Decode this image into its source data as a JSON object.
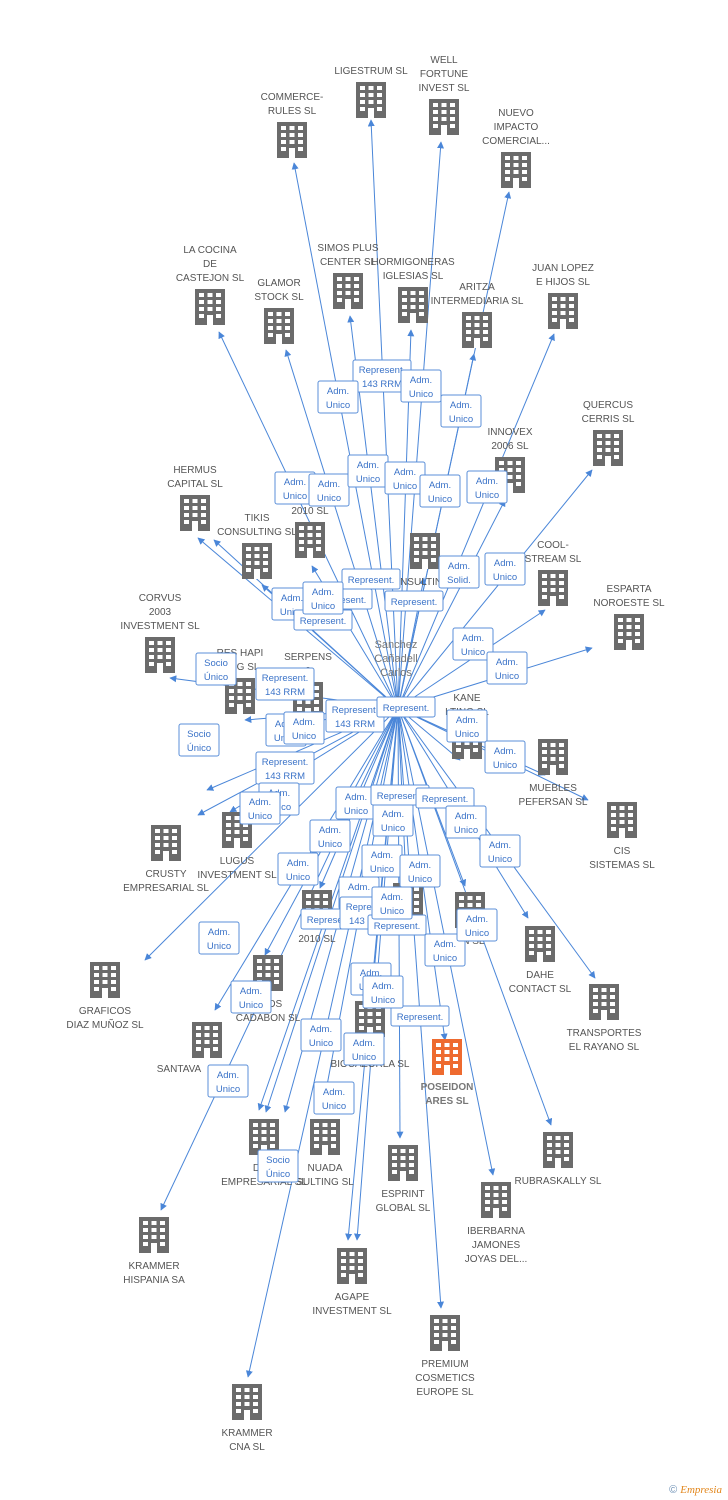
{
  "colors": {
    "edge": "#4a86d8",
    "building": "#6b6b6b",
    "focus_building": "#ee6a2f",
    "box_border": "#5b8fd8",
    "box_text": "#3b73c8"
  },
  "center": {
    "name": [
      "Sanchez",
      "Cañadell",
      "Carlos"
    ]
  },
  "focus": {
    "name": [
      "POSEIDON",
      "ARES SL"
    ]
  },
  "nodes": [
    {
      "id": "ligestrum",
      "lines": [
        "LIGESTRUM SL"
      ]
    },
    {
      "id": "well",
      "lines": [
        "WELL",
        "FORTUNE",
        "INVEST  SL"
      ]
    },
    {
      "id": "commerce",
      "lines": [
        "COMMERCE-",
        "RULES  SL"
      ]
    },
    {
      "id": "nuevo",
      "lines": [
        "NUEVO",
        "IMPACTO",
        "COMERCIAL..."
      ]
    },
    {
      "id": "cocina",
      "lines": [
        "LA COCINA",
        "DE",
        "CASTEJON SL"
      ]
    },
    {
      "id": "simos",
      "lines": [
        "SIMOS PLUS",
        "CENTER SL"
      ]
    },
    {
      "id": "hormigoneras",
      "lines": [
        "HORMIGONERAS",
        "IGLESIAS SL"
      ]
    },
    {
      "id": "glamor",
      "lines": [
        "GLAMOR",
        "STOCK  SL"
      ]
    },
    {
      "id": "aritza",
      "lines": [
        "ARITZA",
        "INTERMEDIARIA SL"
      ]
    },
    {
      "id": "juanlopez",
      "lines": [
        "JUAN LOPEZ",
        "E HIJOS SL"
      ]
    },
    {
      "id": "quercus",
      "lines": [
        "QUERCUS",
        "CERRIS SL"
      ]
    },
    {
      "id": "innovex",
      "lines": [
        "INNOVEX",
        "2006 SL"
      ]
    },
    {
      "id": "hermus",
      "lines": [
        "HERMUS",
        "CAPITAL SL"
      ]
    },
    {
      "id": "tikis",
      "lines": [
        "TIKIS",
        "CONSULTING SL"
      ]
    },
    {
      "id": "n2010a",
      "lines": [
        "2010 SL"
      ]
    },
    {
      "id": "consulting",
      "lines": [
        "CONSULTING SL"
      ]
    },
    {
      "id": "cool",
      "lines": [
        "COOL-",
        "STREAM  SL"
      ]
    },
    {
      "id": "esparta",
      "lines": [
        "ESPARTA",
        "NOROESTE SL"
      ]
    },
    {
      "id": "corvus",
      "lines": [
        "CORVUS",
        "2003",
        "INVESTMENT SL"
      ]
    },
    {
      "id": "reshapi",
      "lines": [
        "RES HAPI",
        "TING SL"
      ]
    },
    {
      "id": "serpens",
      "lines": [
        "SERPENS",
        "3"
      ]
    },
    {
      "id": "kane",
      "lines": [
        "KANE",
        "LTING SL"
      ]
    },
    {
      "id": "muebles",
      "lines": [
        "MUEBLES",
        "PEFERSAN SL"
      ]
    },
    {
      "id": "cis",
      "lines": [
        "CIS",
        "SISTEMAS SL"
      ]
    },
    {
      "id": "crusty",
      "lines": [
        "CRUSTY",
        "EMPRESARIAL SL"
      ]
    },
    {
      "id": "lugus",
      "lines": [
        "LUGUS",
        "INVESTMENT SL"
      ]
    },
    {
      "id": "n2010b",
      "lines": [
        "2010 SL"
      ]
    },
    {
      "id": "capital",
      "lines": [
        "CAPITAL"
      ]
    },
    {
      "id": "ensl",
      "lines": [
        "EN SL"
      ]
    },
    {
      "id": "dahe",
      "lines": [
        "DAHE",
        "CONTACT SL"
      ]
    },
    {
      "id": "transportes",
      "lines": [
        "TRANSPORTES",
        "EL RAYANO SL"
      ]
    },
    {
      "id": "graficos",
      "lines": [
        "GRAFICOS",
        "DIAZ MUÑOZ SL"
      ]
    },
    {
      "id": "cadabon",
      "lines": [
        "ADOS",
        "CADABON  SL"
      ]
    },
    {
      "id": "santava",
      "lines": [
        "SANTAVA"
      ]
    },
    {
      "id": "biocazorla",
      "lines": [
        "LES",
        "BIOCAZORLA SL"
      ]
    },
    {
      "id": "dem",
      "lines": [
        "DEM",
        "EMPRESARIAL SL"
      ]
    },
    {
      "id": "nuada",
      "lines": [
        "NUADA",
        "SULTING SL"
      ]
    },
    {
      "id": "esprint",
      "lines": [
        "ESPRINT",
        "GLOBAL SL"
      ]
    },
    {
      "id": "rubraskally",
      "lines": [
        "RUBRASKALLY SL"
      ]
    },
    {
      "id": "iberbarna",
      "lines": [
        "IBERBARNA",
        "JAMONES",
        "JOYAS DEL..."
      ]
    },
    {
      "id": "krammerhisp",
      "lines": [
        "KRAMMER",
        "HISPANIA SA"
      ]
    },
    {
      "id": "agape",
      "lines": [
        "AGAPE",
        "INVESTMENT SL"
      ]
    },
    {
      "id": "premium",
      "lines": [
        "PREMIUM",
        "COSMETICS",
        "EUROPE  SL"
      ]
    },
    {
      "id": "krammercna",
      "lines": [
        "KRAMMER",
        "CNA SL"
      ]
    }
  ],
  "relations": [
    [
      "Represent.",
      "143 RRM"
    ],
    [
      "Adm.",
      "Unico"
    ],
    [
      "Adm.",
      "Unico"
    ],
    [
      "Adm.",
      "Unico"
    ],
    [
      "Adm.",
      "Unico"
    ],
    [
      "Adm.",
      "Unico"
    ],
    [
      "Adm.",
      "Unico"
    ],
    [
      "Adm.",
      "Unico"
    ],
    [
      "Adm.",
      "Unico"
    ],
    [
      "Adm.",
      "Unico"
    ],
    [
      "Adm.",
      "Solid."
    ],
    [
      "Adm.",
      "Unico"
    ],
    [
      "Represent."
    ],
    [
      "Represent."
    ],
    [
      "Adm.",
      "Unico"
    ],
    [
      "Represent."
    ],
    [
      "Represent."
    ],
    [
      "Adm.",
      "Unico"
    ],
    [
      "Adm.",
      "Unico"
    ],
    [
      "Socio",
      "Único"
    ],
    [
      "Represent.",
      "143 RRM"
    ],
    [
      "Represent.",
      "143 RRM"
    ],
    [
      "Represent."
    ],
    [
      "Adm.",
      "Unico"
    ],
    [
      "Adm.",
      "Unico"
    ],
    [
      "Adm.",
      "Unico"
    ],
    [
      "Socio",
      "Único"
    ],
    [
      "Represent.",
      "143 RRM"
    ],
    [
      "Adm.",
      "Unico"
    ],
    [
      "Adm.",
      "Unico"
    ],
    [
      "Adm.",
      "Unico"
    ],
    [
      "Represent."
    ],
    [
      "Represent."
    ],
    [
      "Adm.",
      "Unico"
    ],
    [
      "Adm.",
      "Unico"
    ],
    [
      "Adm.",
      "Unico"
    ],
    [
      "Adm.",
      "Unico"
    ],
    [
      "Adm.",
      "Unico"
    ],
    [
      "Adm.",
      "Unico"
    ],
    [
      "Adm.",
      "Unico"
    ],
    [
      "Represent."
    ],
    [
      "Represent.",
      "143 RRM"
    ],
    [
      "Represent."
    ],
    [
      "Adm.",
      "Unico"
    ],
    [
      "Adm.",
      "Unico"
    ],
    [
      "Adm.",
      "Unico"
    ],
    [
      "Adm.",
      "Unico"
    ],
    [
      "Adm.",
      "Unico"
    ],
    [
      "Represent."
    ],
    [
      "Adm.",
      "Unico"
    ],
    [
      "Adm.",
      "Unico"
    ],
    [
      "Adm.",
      "Unico"
    ],
    [
      "Adm.",
      "Unico"
    ],
    [
      "Socio",
      "Único"
    ],
    [
      "Adm.",
      "Unico"
    ],
    [
      "Adm.",
      "Unico"
    ],
    [
      "Adm.",
      "Unico"
    ],
    [
      "Adm.",
      "Unico"
    ],
    [
      "Adm.",
      "Unico"
    ]
  ],
  "footer": {
    "copyright": "©",
    "brand": "Empresia"
  }
}
